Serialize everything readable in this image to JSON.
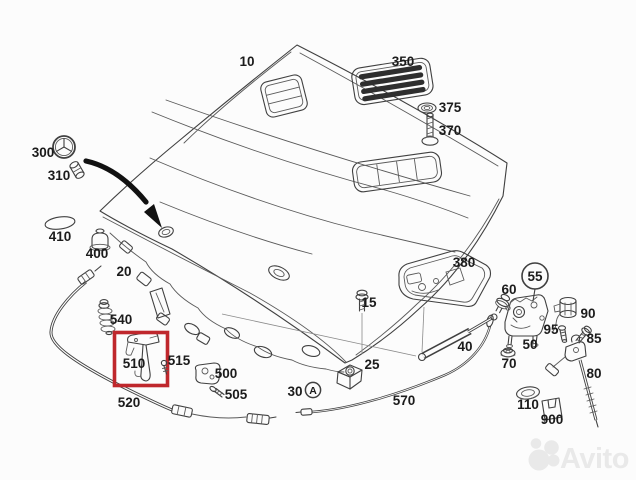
{
  "diagram": {
    "subject": "Hood (bonnet) exploded parts diagram",
    "emblem_icon": "three-pointed-star",
    "highlighted_part": "510",
    "circled_callout": "55",
    "assembly_ref": {
      "number": "30",
      "letter": "A"
    },
    "labels": [
      {
        "part": "10"
      },
      {
        "part": "350"
      },
      {
        "part": "375"
      },
      {
        "part": "370"
      },
      {
        "part": "300"
      },
      {
        "part": "310"
      },
      {
        "part": "410"
      },
      {
        "part": "400"
      },
      {
        "part": "20"
      },
      {
        "part": "540"
      },
      {
        "part": "510"
      },
      {
        "part": "515"
      },
      {
        "part": "500"
      },
      {
        "part": "505"
      },
      {
        "part": "520"
      },
      {
        "part": "30"
      },
      {
        "part": "25"
      },
      {
        "part": "570"
      },
      {
        "part": "15"
      },
      {
        "part": "380"
      },
      {
        "part": "40"
      },
      {
        "part": "70"
      },
      {
        "part": "60"
      },
      {
        "part": "50"
      },
      {
        "part": "55"
      },
      {
        "part": "90"
      },
      {
        "part": "95"
      },
      {
        "part": "85"
      },
      {
        "part": "80"
      },
      {
        "part": "110"
      },
      {
        "part": "900"
      }
    ]
  },
  "watermark": {
    "brand": "Avito"
  },
  "colors": {
    "background": "#fcfcfc",
    "line": "#404040",
    "label": "#1b1b1b",
    "highlight_red": "#bf272c",
    "grille_slat": "#2e2e2e",
    "watermark_gray": "#e9e9e9",
    "arrow_black": "#111111"
  }
}
